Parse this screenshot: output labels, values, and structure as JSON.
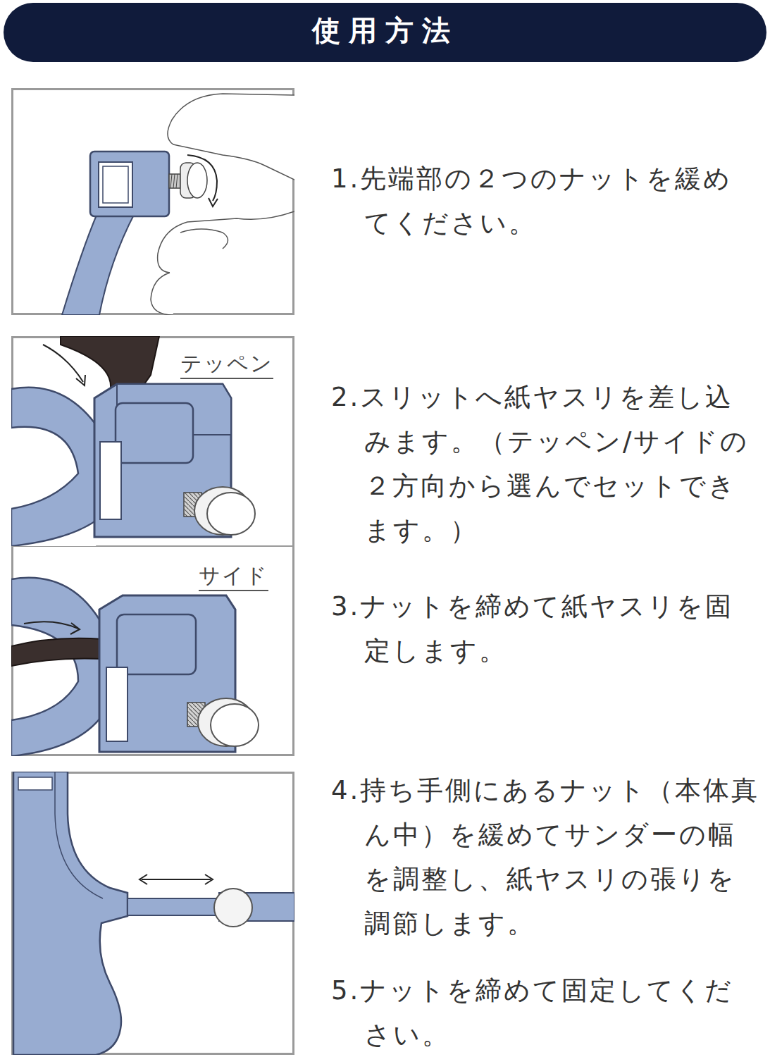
{
  "diagram": {
    "title": "使用方法",
    "labels": [
      "1.先端部の２つのナットを緩めてください。",
      "テッペン",
      "2.スリットへ紙ヤスリを差し込みます。（テッペン/サイドの２方向から選んでセットできます。）",
      "サイド",
      "3.ナットを締めて紙ヤスリを固定します。",
      "4.持ち手側にあるナット（本体真ん中）を緩めてサンダーの幅を調整し、紙ヤスリの張りを調節します。",
      "5.ナットを締めて固定してください。"
    ]
  }
}
